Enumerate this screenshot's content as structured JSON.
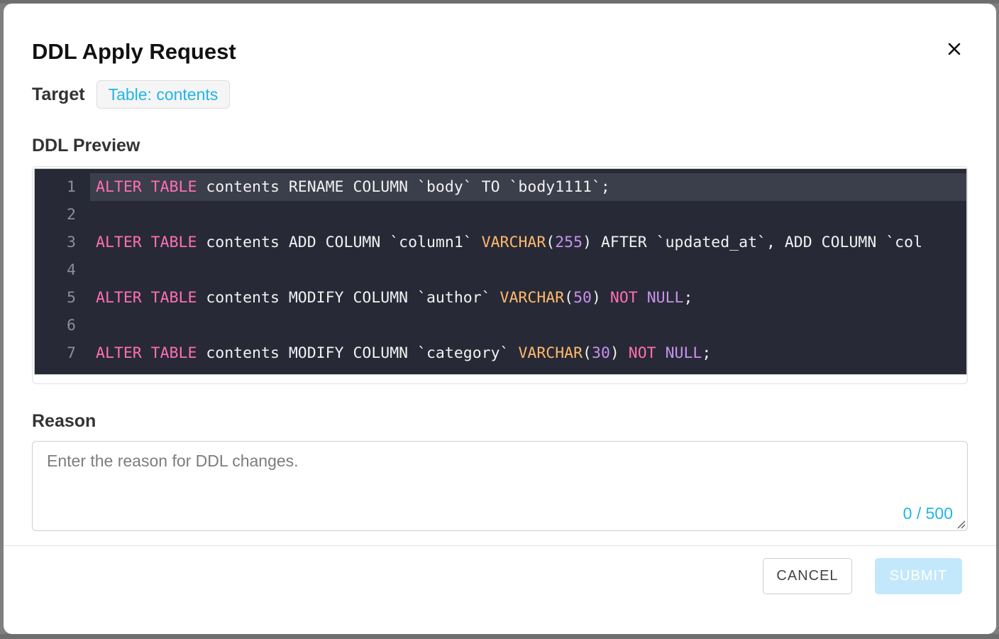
{
  "dialog": {
    "title": "DDL Apply Request",
    "close_icon": "close-icon"
  },
  "target": {
    "label": "Target",
    "chip": "Table: contents"
  },
  "ddl_preview": {
    "label": "DDL Preview",
    "active_line": 1,
    "lines": [
      {
        "number": "1",
        "tokens": [
          {
            "t": "ALTER TABLE",
            "c": "kw"
          },
          {
            "t": " contents RENAME COLUMN `body` TO `body1111`;",
            "c": "plain"
          }
        ]
      },
      {
        "number": "2",
        "tokens": []
      },
      {
        "number": "3",
        "tokens": [
          {
            "t": "ALTER TABLE",
            "c": "kw"
          },
          {
            "t": " contents ADD COLUMN `column1` ",
            "c": "plain"
          },
          {
            "t": "VARCHAR",
            "c": "type"
          },
          {
            "t": "(",
            "c": "plain"
          },
          {
            "t": "255",
            "c": "num"
          },
          {
            "t": ") AFTER `updated_at`, ADD COLUMN `col",
            "c": "plain"
          }
        ]
      },
      {
        "number": "4",
        "tokens": []
      },
      {
        "number": "5",
        "tokens": [
          {
            "t": "ALTER TABLE",
            "c": "kw"
          },
          {
            "t": " contents MODIFY COLUMN `author` ",
            "c": "plain"
          },
          {
            "t": "VARCHAR",
            "c": "type"
          },
          {
            "t": "(",
            "c": "plain"
          },
          {
            "t": "50",
            "c": "num"
          },
          {
            "t": ") ",
            "c": "plain"
          },
          {
            "t": "NOT",
            "c": "kw"
          },
          {
            "t": " ",
            "c": "plain"
          },
          {
            "t": "NULL",
            "c": "num"
          },
          {
            "t": ";",
            "c": "plain"
          }
        ]
      },
      {
        "number": "6",
        "tokens": []
      },
      {
        "number": "7",
        "tokens": [
          {
            "t": "ALTER TABLE",
            "c": "kw"
          },
          {
            "t": " contents MODIFY COLUMN `category` ",
            "c": "plain"
          },
          {
            "t": "VARCHAR",
            "c": "type"
          },
          {
            "t": "(",
            "c": "plain"
          },
          {
            "t": "30",
            "c": "num"
          },
          {
            "t": ") ",
            "c": "plain"
          },
          {
            "t": "NOT",
            "c": "kw"
          },
          {
            "t": " ",
            "c": "plain"
          },
          {
            "t": "NULL",
            "c": "num"
          },
          {
            "t": ";",
            "c": "plain"
          }
        ]
      }
    ]
  },
  "reason": {
    "label": "Reason",
    "value": "",
    "placeholder": "Enter the reason for DDL changes.",
    "counter": "0 / 500"
  },
  "footer": {
    "cancel_label": "CANCEL",
    "submit_label": "SUBMIT",
    "submit_disabled": true
  },
  "colors": {
    "accent": "#1fb5e6",
    "editor_bg": "#272a36",
    "keyword": "#ff6eb4",
    "type": "#ffb86c",
    "number": "#c792ea",
    "submit_disabled_bg": "#c4e8fb"
  }
}
